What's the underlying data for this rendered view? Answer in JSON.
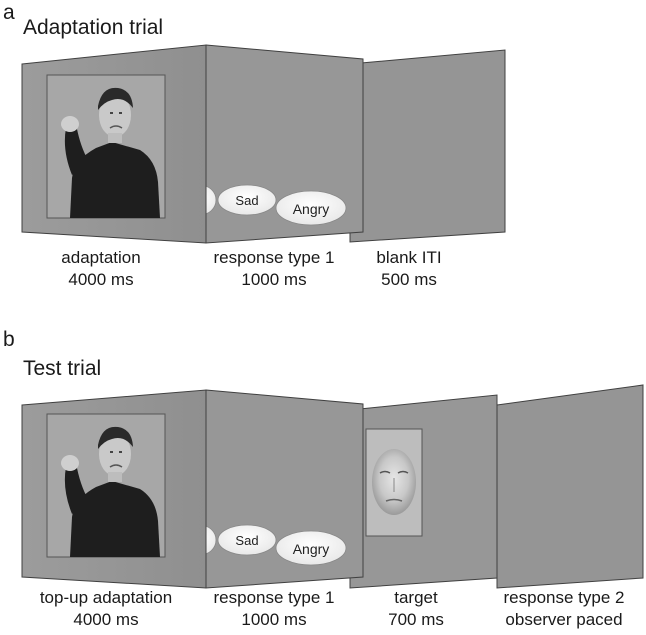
{
  "panel_a": {
    "letter": "a",
    "title": "Adaptation trial",
    "frames": [
      {
        "line1": "adaptation",
        "line2": "4000 ms"
      },
      {
        "line1": "response type 1",
        "line2": "1000 ms"
      },
      {
        "line1": "blank ITI",
        "line2": "500 ms"
      }
    ],
    "response_options": [
      "Sad",
      "Angry"
    ]
  },
  "panel_b": {
    "letter": "b",
    "title": "Test trial",
    "frames": [
      {
        "line1": "top-up adaptation",
        "line2": "4000 ms"
      },
      {
        "line1": "response type 1",
        "line2": "1000 ms"
      },
      {
        "line1": "target",
        "line2": "700 ms"
      },
      {
        "line1": "response type 2",
        "line2": "observer paced"
      }
    ],
    "response_options": [
      "Sad",
      "Angry"
    ]
  }
}
